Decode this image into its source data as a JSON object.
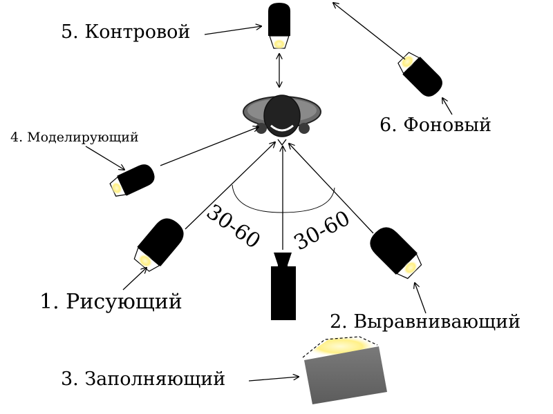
{
  "labels": {
    "key": "1. Рисующий",
    "kicker": "2. Выравнивающий",
    "fill": "3. Заполняющий",
    "modeling": "4. Моделирующий",
    "back": "5. Контровой",
    "background": "6. Фоновый"
  },
  "angles": {
    "left": "30-60",
    "right": "30-60"
  },
  "colors": {
    "lamp": "#000000",
    "beam": "#ffef80",
    "hair": "#3a3a3a",
    "fill_box": "#6b6b6b"
  }
}
